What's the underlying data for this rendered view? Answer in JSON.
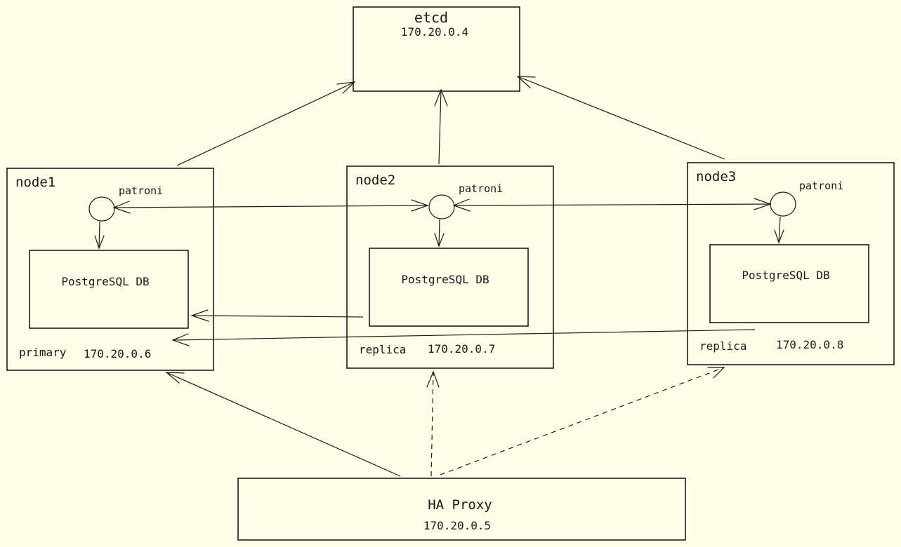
{
  "etcd": {
    "title": "etcd",
    "ip": "170.20.0.4"
  },
  "nodes": [
    {
      "title": "node1",
      "patroni": "patroni",
      "db": "PostgreSQL DB",
      "role": "primary",
      "ip": "170.20.0.6"
    },
    {
      "title": "node2",
      "patroni": "patroni",
      "db": "PostgreSQL DB",
      "role": "replica",
      "ip": "170.20.0.7"
    },
    {
      "title": "node3",
      "patroni": "patroni",
      "db": "PostgreSQL DB",
      "role": "replica",
      "ip": "170.20.0.8"
    }
  ],
  "haproxy": {
    "title": "HA Proxy",
    "ip": "170.20.0.5"
  },
  "colors": {
    "background": "#fefee8",
    "stroke": "#1a1a1a"
  }
}
